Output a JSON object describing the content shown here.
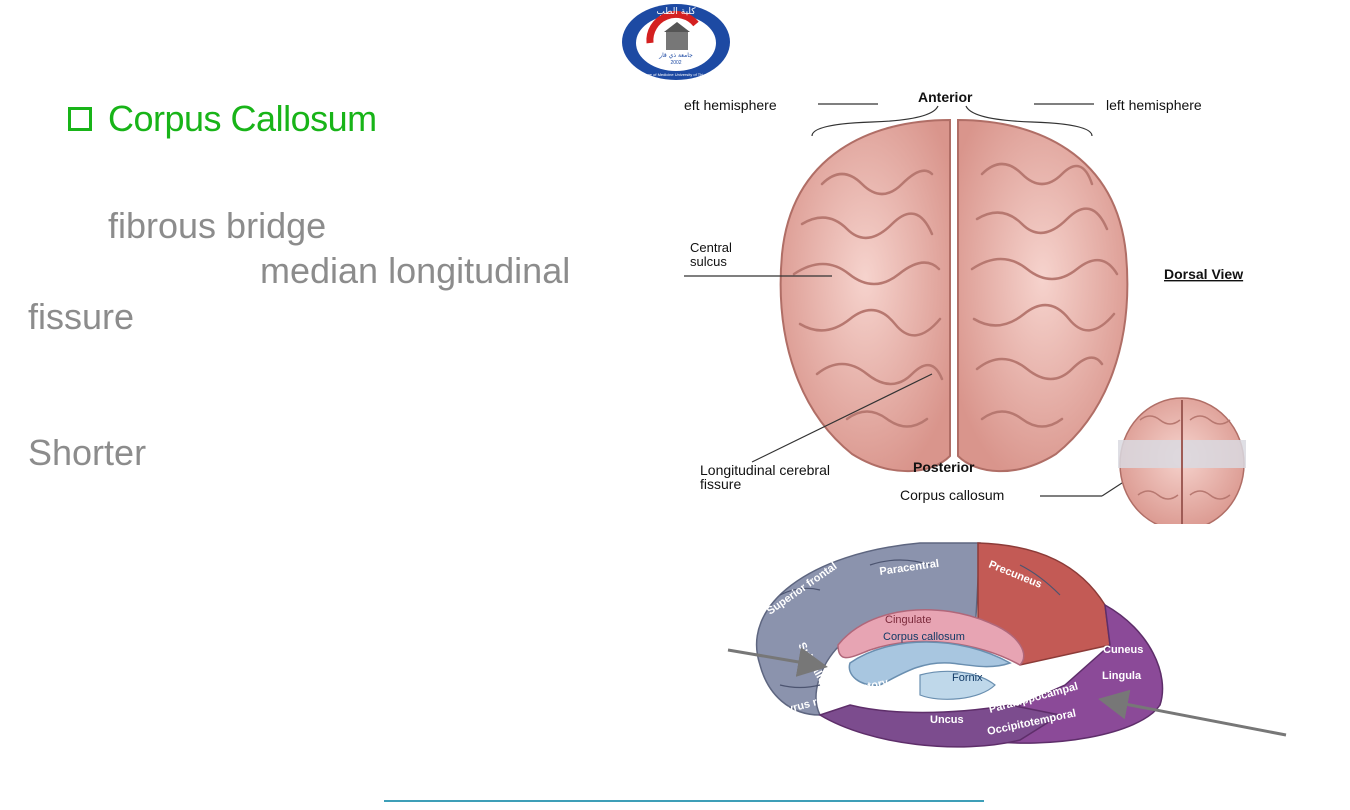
{
  "logo": {
    "arabic_top": "كلية الطب",
    "arabic_center": "جامعة ذي قار",
    "year": "2002",
    "english_ring": "College of Medicine University of Thi - Qar"
  },
  "heading": {
    "text": "Corpus Callosum",
    "icon": "checkbox-icon",
    "color": "#18b418"
  },
  "body_text": {
    "line1": "fibrous bridge",
    "line2": "median longitudinal",
    "line3": "fissure",
    "line4": "Shorter",
    "color": "#8c8c8c"
  },
  "dorsal_figure": {
    "anterior": "Anterior",
    "left_hemisphere_left": "eft hemisphere",
    "left_hemisphere_right": "left hemisphere",
    "central_sulcus_1": "Central",
    "central_sulcus_2": "sulcus",
    "view": "Dorsal View",
    "longitudinal_1": "Longitudinal cerebral",
    "longitudinal_2": "fissure",
    "posterior": "Posterior",
    "corpus_callosum": "Corpus callosum"
  },
  "medial_figure": {
    "superior_frontal": "Superior frontal",
    "paracentral": "Paracentral",
    "precuneus": "Precuneus",
    "cingulate": "Cingulate",
    "corpus_callosum": "Corpus callosum",
    "fornix": "Fornix",
    "cuneus": "Cuneus",
    "lingula": "Lingula",
    "subcallosal": "Subcallosal",
    "paraolfactory": "Paraolfactory",
    "gyrus_rectus": "Gyrus rectus",
    "uncus": "Uncus",
    "parahippocampal": "Parahippocampal",
    "occipitotemporal": "Occipitotemporal"
  },
  "colors": {
    "footer_line": "#3d9fb8",
    "brain": "#e8b4ad"
  }
}
